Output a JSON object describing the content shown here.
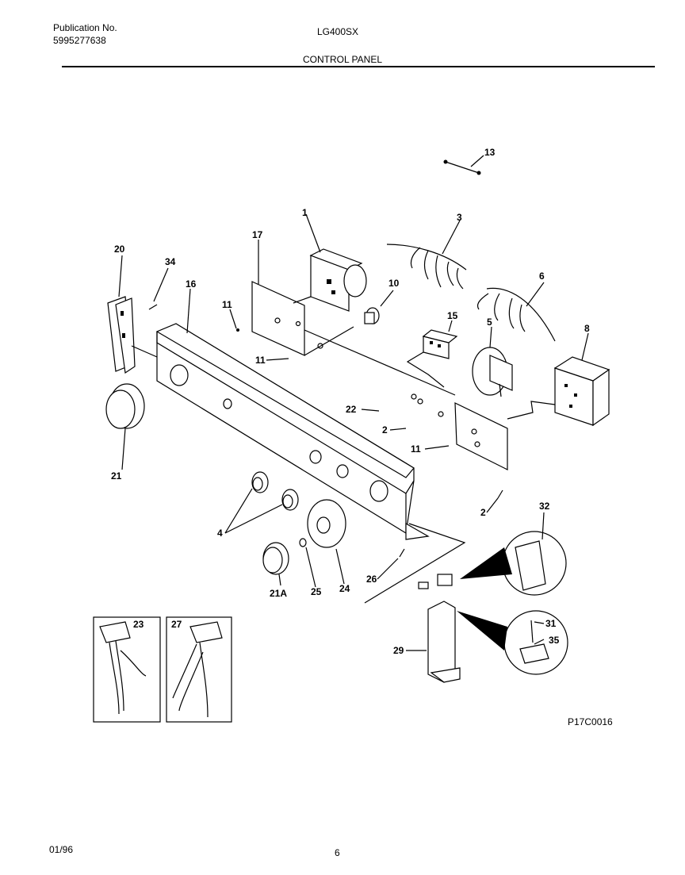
{
  "header": {
    "publication_label": "Publication No.",
    "publication_number": "5995277638",
    "model": "LG400SX",
    "section": "CONTROL PANEL"
  },
  "diagram_code": "P17C0016",
  "footer": {
    "date": "01/96",
    "page": "6"
  },
  "callouts": [
    "1",
    "2",
    "2",
    "3",
    "4",
    "5",
    "6",
    "8",
    "10",
    "11",
    "11",
    "11",
    "13",
    "15",
    "16",
    "17",
    "20",
    "21",
    "21A",
    "22",
    "23",
    "24",
    "25",
    "26",
    "27",
    "29",
    "31",
    "32",
    "34",
    "35"
  ]
}
